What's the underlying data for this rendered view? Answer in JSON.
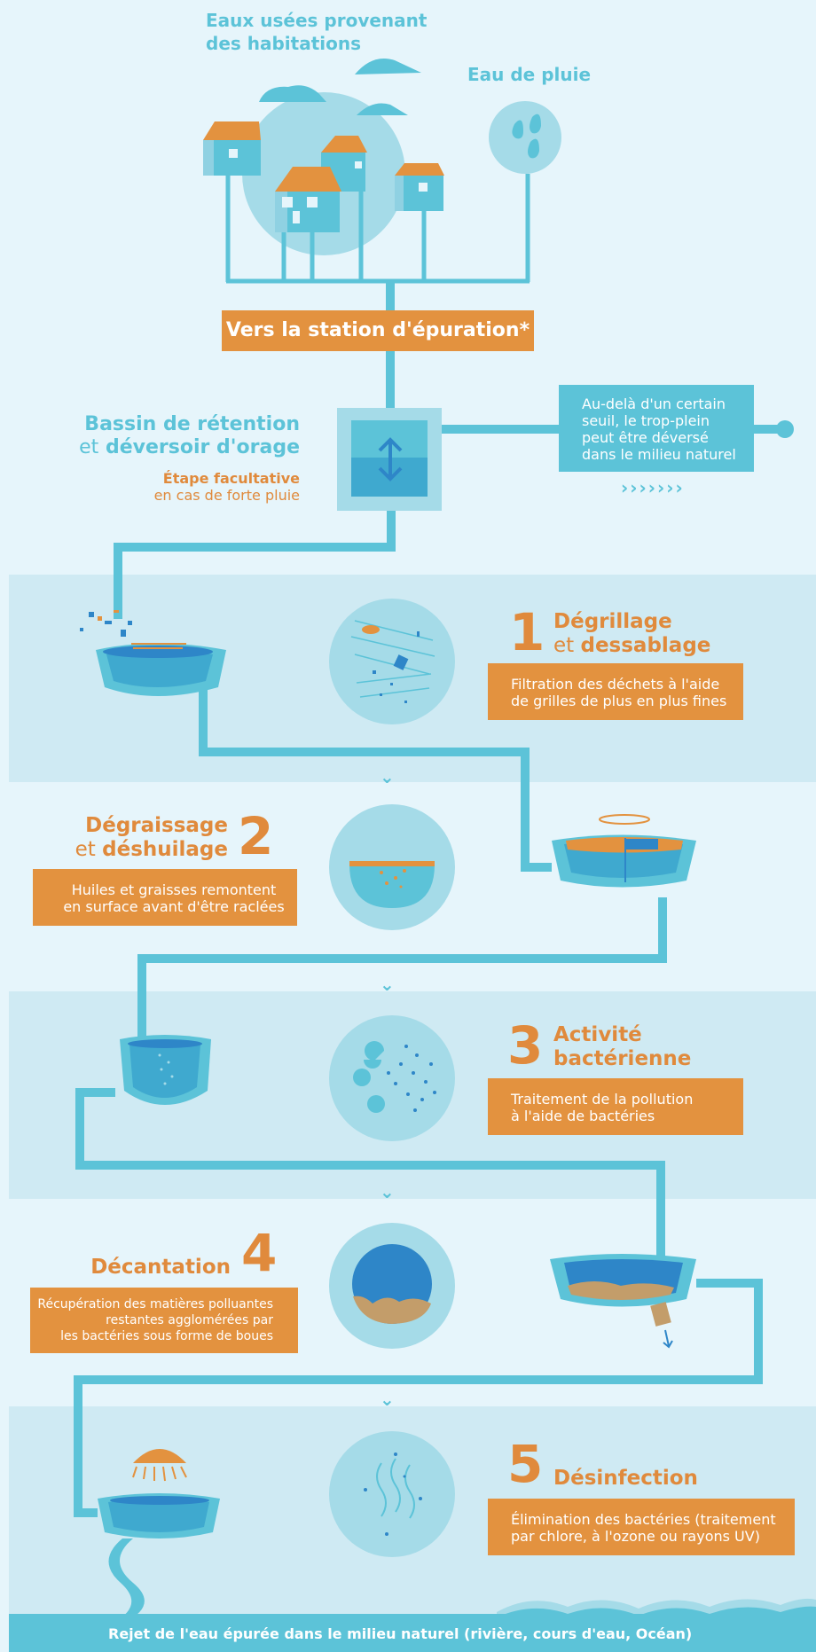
{
  "header": {
    "wastewater_line1": "Eaux usées provenant",
    "wastewater_line2": "des habitations",
    "rain_label": "Eau de pluie",
    "station_label": "Vers la station d'épuration*"
  },
  "retention": {
    "title_line1": "Bassin de rétention",
    "title_line2_prefix": "et",
    "title_line2_bold": "déversoir d'orage",
    "optional_label": "Étape facultative",
    "optional_detail": "en cas de forte pluie",
    "overflow_lines": [
      "Au-delà d'un certain",
      "seuil, le trop-plein",
      "peut être déversé",
      "dans le milieu naturel"
    ],
    "arrows": "›››››››"
  },
  "steps": [
    {
      "number": "1",
      "title_line1": "Dégrillage",
      "title_line2_prefix": "et",
      "title_line2_bold": "dessablage",
      "desc_lines": [
        "Filtration des déchets à l'aide",
        "de grilles de plus en plus fines"
      ]
    },
    {
      "number": "2",
      "title_line1": "Dégraissage",
      "title_line2_prefix": "et",
      "title_line2_bold": "déshuilage",
      "desc_lines": [
        "Huiles et graisses remontent",
        "en surface avant d'être raclées"
      ]
    },
    {
      "number": "3",
      "title_line1": "Activité",
      "title_line2_bold": "bactérienne",
      "desc_lines": [
        "Traitement de la pollution",
        "à l'aide de bactéries"
      ]
    },
    {
      "number": "4",
      "title_line1": "Décantation",
      "desc_lines": [
        "Récupération des matières polluantes",
        "restantes agglomérées par",
        "les bactéries sous forme de boues"
      ]
    },
    {
      "number": "5",
      "title_line1": "Désinfection",
      "desc_lines": [
        "Élimination des bactéries (traitement",
        "par chlore, à l'ozone ou rayons UV)"
      ]
    }
  ],
  "footer": {
    "release_label": "Rejet de l'eau épurée dans le milieu naturel (rivière, cours d'eau, Océan)"
  },
  "colors": {
    "background": "#e6f5fb",
    "band": "#cfeaf3",
    "teal": "#5cc3d8",
    "orange": "#e3923f",
    "blue": "#2e86c8"
  }
}
